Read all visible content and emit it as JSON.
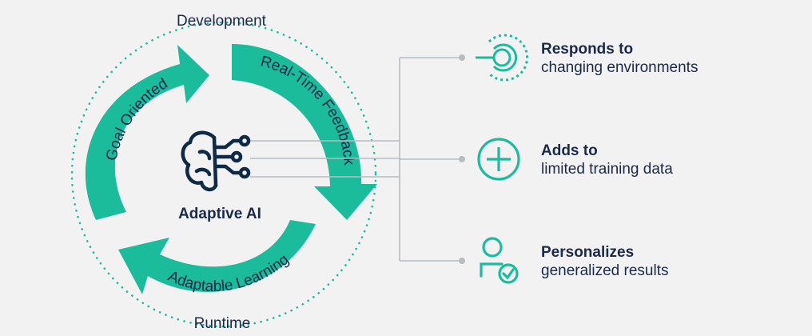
{
  "diagram": {
    "center_label": "Adaptive AI",
    "top_label": "Development",
    "bottom_label": "Runtime",
    "arrows": [
      {
        "label": "Goal Oriented"
      },
      {
        "label": "Real-Time Feedback"
      },
      {
        "label": "Adaptable Learning"
      }
    ],
    "icons": {
      "center": "brain-circuit-icon",
      "feature_1": "target-signal-icon",
      "feature_2": "plus-circle-icon",
      "feature_3": "user-check-icon"
    }
  },
  "features": [
    {
      "title": "Responds to",
      "subtitle": "changing environments"
    },
    {
      "title": "Adds to",
      "subtitle": "limited training data"
    },
    {
      "title": "Personalizes",
      "subtitle": "generalized results"
    }
  ],
  "colors": {
    "accent": "#1abc9c",
    "dark_text": "#1b2a4a",
    "connector": "#b8bcc2",
    "background": "#f2f2f2"
  }
}
